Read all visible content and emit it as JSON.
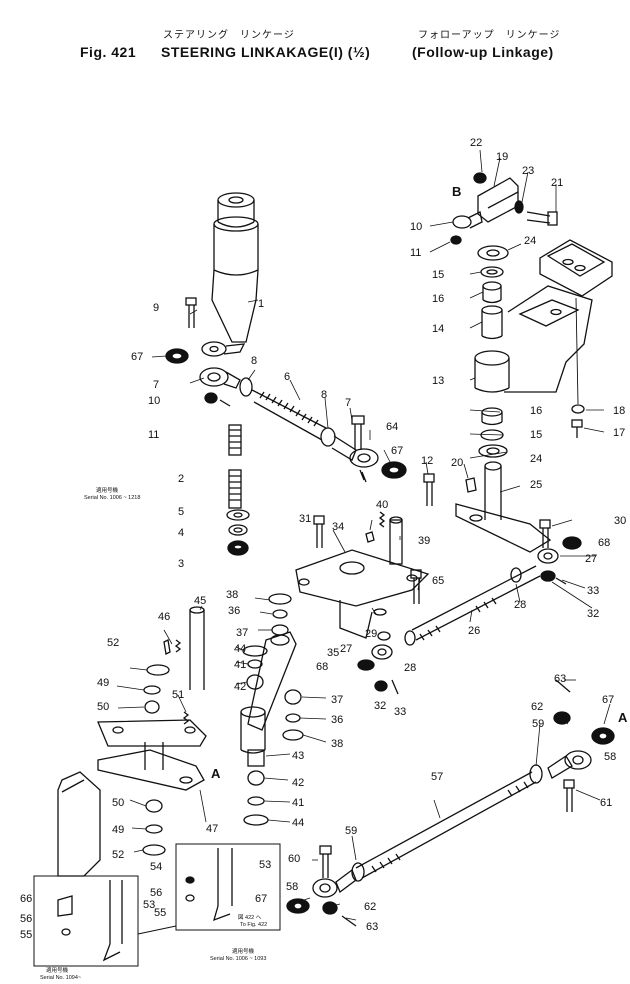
{
  "header": {
    "jp_title_left": "ステアリング　リンケージ",
    "jp_title_right": "フォローアップ　リンケージ",
    "fig_label": "Fig. 421",
    "title": "STEERING LINKAKAGE(I) (½)",
    "subtitle": "(Follow-up Linkage)"
  },
  "notes": [
    {
      "jp": "適用号機",
      "text": "Serial No. 1006 ~ 1218"
    },
    {
      "jp": "適用号機",
      "text": "Serial No. 1006 ~ 1093"
    },
    {
      "jp": "適用号機",
      "text": "Serial No. 1094~"
    },
    {
      "jp": "図 422 へ",
      "text": "To Fig. 422"
    }
  ],
  "markers": [
    "A",
    "A",
    "B"
  ],
  "parts": [
    "1",
    "2",
    "3",
    "4",
    "5",
    "6",
    "7",
    "7",
    "8",
    "8",
    "9",
    "10",
    "10",
    "11",
    "11",
    "12",
    "13",
    "14",
    "15",
    "15",
    "16",
    "16",
    "17",
    "18",
    "19",
    "20",
    "21",
    "22",
    "23",
    "24",
    "24",
    "25",
    "26",
    "27",
    "27",
    "28",
    "28",
    "29",
    "30",
    "31",
    "32",
    "32",
    "33",
    "33",
    "34",
    "35",
    "36",
    "36",
    "37",
    "37",
    "38",
    "38",
    "39",
    "40",
    "41",
    "41",
    "42",
    "42",
    "43",
    "44",
    "44",
    "45",
    "46",
    "47",
    "49",
    "49",
    "50",
    "50",
    "51",
    "52",
    "52",
    "53",
    "53",
    "54",
    "55",
    "55",
    "56",
    "56",
    "57",
    "58",
    "58",
    "59",
    "59",
    "60",
    "61",
    "62",
    "62",
    "63",
    "63",
    "64",
    "65",
    "66",
    "67",
    "67",
    "67",
    "67",
    "68",
    "68"
  ]
}
